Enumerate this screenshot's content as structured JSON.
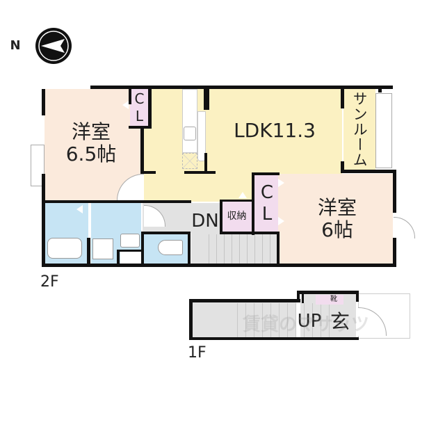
{
  "compass": {
    "label": "N",
    "icon": "north-arrow-icon"
  },
  "floors": {
    "second": {
      "label": "2F",
      "rooms": {
        "western_room_a": {
          "name": "洋室",
          "size": "6.5帖"
        },
        "closet_a": {
          "label": "CL"
        },
        "ldk": {
          "label": "LDK11.3"
        },
        "sunroom": {
          "label": "サンルーム"
        },
        "western_room_b": {
          "name": "洋室",
          "size": "6帖"
        },
        "closet_b": {
          "label": "CL"
        },
        "storage": {
          "label": "収納"
        },
        "stairs": {
          "label": "DN"
        }
      }
    },
    "first": {
      "label": "1F",
      "rooms": {
        "stairs": {
          "label": "UP"
        },
        "entrance": {
          "label": "玄"
        },
        "shoe_box": {
          "label": "靴"
        }
      }
    }
  },
  "colors": {
    "western_room": "#fbeadc",
    "ldk": "#fbf1c2",
    "closet": "#f2dcee",
    "wet_area": "#c6e4f4",
    "hall": "#e2e2e2",
    "wall": "#111111"
  },
  "watermark": "賃貸のマサッツ"
}
